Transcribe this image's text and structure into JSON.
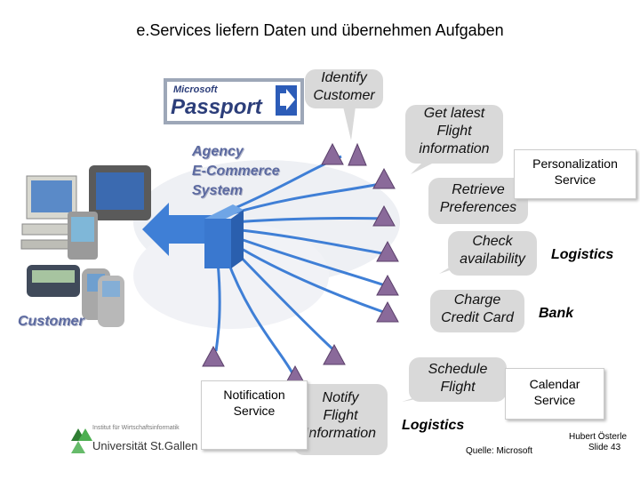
{
  "title": "e.Services liefern Daten und übernehmen Aufgaben",
  "passport_logo": {
    "brand": "Microsoft",
    "product": "Passport"
  },
  "agency": {
    "line1": "Agency",
    "line2": "E-Commerce",
    "line3": "System"
  },
  "customer": "Customer",
  "bubbles": {
    "identify": {
      "line1": "Identify",
      "line2": "Customer"
    },
    "flight_info": {
      "line1": "Get latest",
      "line2": "Flight",
      "line3": "information"
    },
    "retrieve": {
      "line1": "Retrieve",
      "line2": "Preferences"
    },
    "check": {
      "line1": "Check",
      "line2": "availability"
    },
    "charge": {
      "line1": "Charge",
      "line2": "Credit Card"
    },
    "schedule": {
      "line1": "Schedule",
      "line2": "Flight"
    },
    "notify": {
      "line1": "Notify",
      "line2": "Flight",
      "line3": "Information"
    }
  },
  "services": {
    "personalization": {
      "line1": "Personalization",
      "line2": "Service"
    },
    "logistics_right": "Logistics",
    "bank": "Bank",
    "calendar": {
      "line1": "Calendar",
      "line2": "Service"
    },
    "logistics_bottom": "Logistics",
    "notification": {
      "line1": "Notification",
      "line2": "Service"
    }
  },
  "footer": {
    "source": "Quelle: Microsoft",
    "author": "Hubert Österle",
    "slide": "Slide 43",
    "university": "Universität St.Gallen",
    "institute": "Institut für Wirtschaftsinformatik"
  },
  "colors": {
    "accent_blue": "#3f7fd6",
    "triangle": "#8a6a9a",
    "bubble": "#d9d9d9",
    "label_blue": "#5c6aa0"
  }
}
